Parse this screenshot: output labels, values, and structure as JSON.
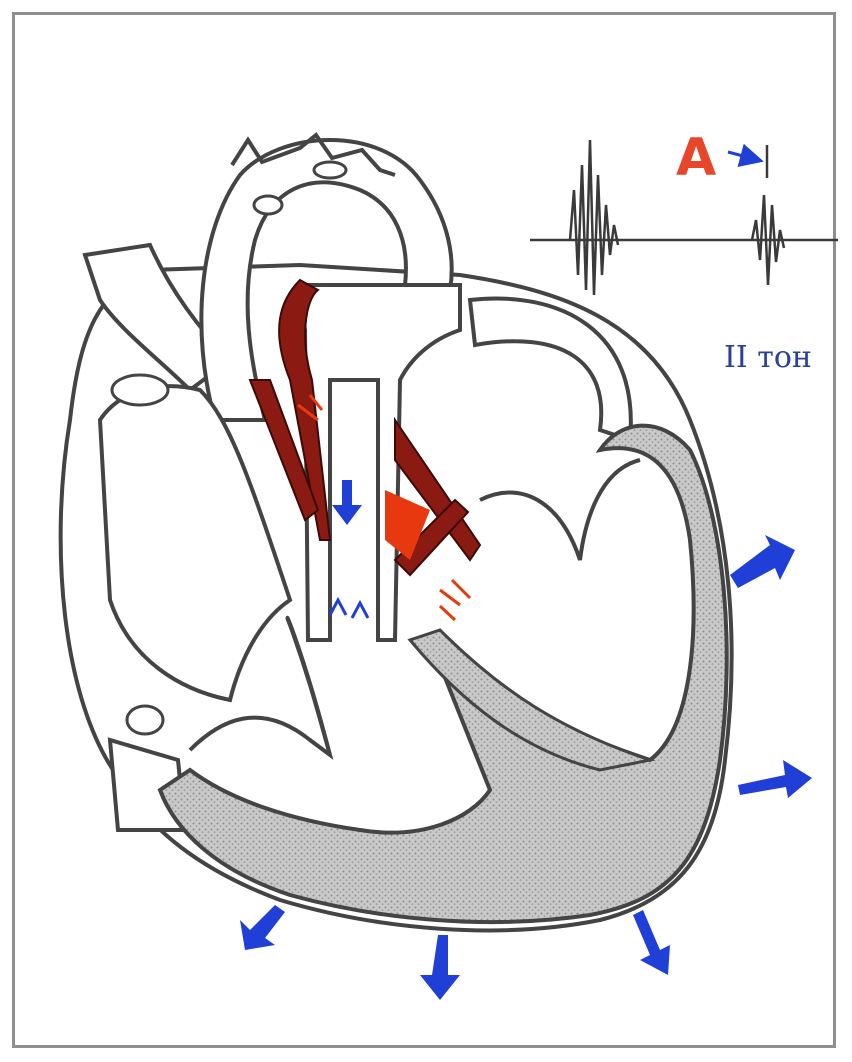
{
  "labels": {
    "a_label": "A",
    "tone_label": "II тон"
  },
  "colors": {
    "outline": "#555555",
    "myocardium": "#b5b5b5",
    "blood_flow": "#8a1a12",
    "blood_bright": "#e8380f",
    "arrows": "#1f3fd6",
    "label_a": "#e8462a",
    "label_tone": "#2a3f9e"
  },
  "icons": [
    "phonocardiogram-trace",
    "outward-arrow-icon"
  ]
}
